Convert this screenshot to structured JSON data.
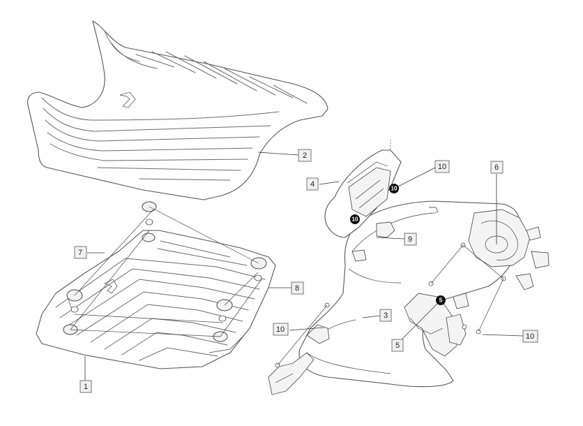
{
  "callouts": [
    {
      "id": "c1",
      "label": "1"
    },
    {
      "id": "c2",
      "label": "2"
    },
    {
      "id": "c3",
      "label": "3"
    },
    {
      "id": "c4",
      "label": "4"
    },
    {
      "id": "c5",
      "label": "5"
    },
    {
      "id": "c6",
      "label": "6"
    },
    {
      "id": "c7",
      "label": "7"
    },
    {
      "id": "c8",
      "label": "8"
    },
    {
      "id": "c9",
      "label": "9"
    },
    {
      "id": "c10a",
      "label": "10"
    },
    {
      "id": "c10b",
      "label": "10"
    },
    {
      "id": "c10c",
      "label": "10"
    }
  ],
  "markers": [
    {
      "id": "m10a",
      "label": "10"
    },
    {
      "id": "m10b",
      "label": "10"
    },
    {
      "id": "m5",
      "label": "5"
    }
  ]
}
